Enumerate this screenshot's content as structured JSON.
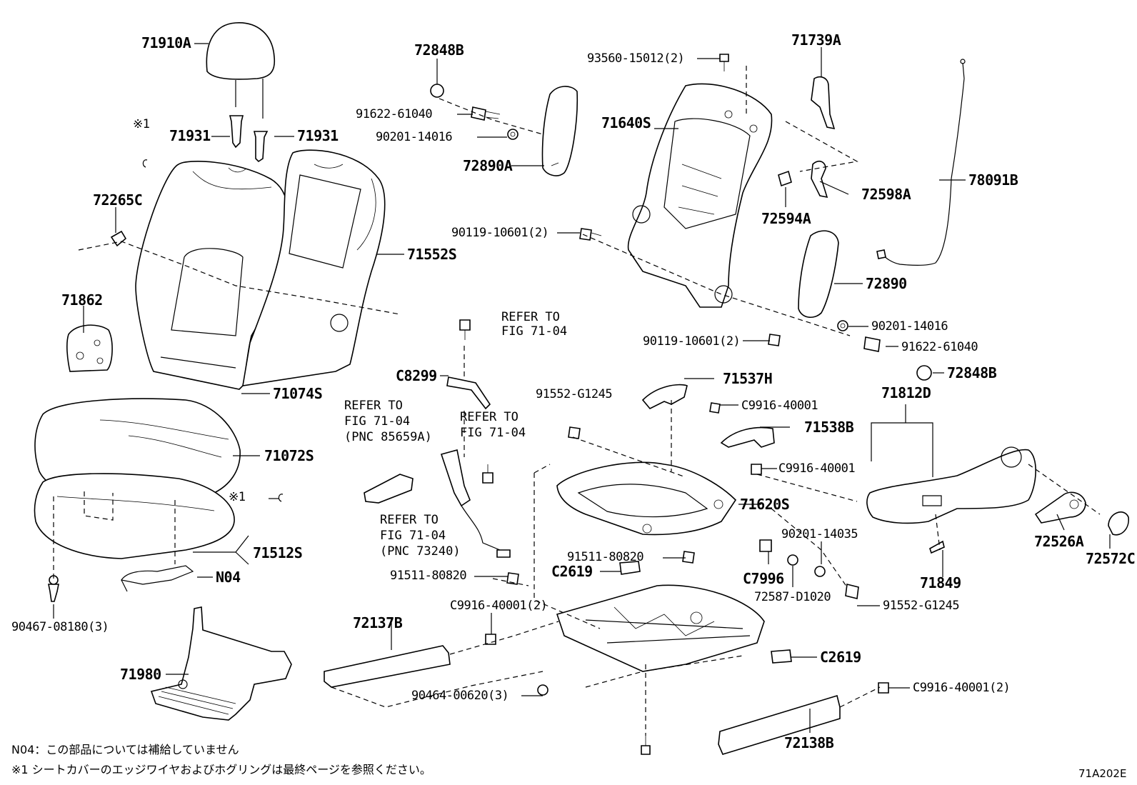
{
  "labels": {
    "l71910A": "71910A",
    "l71931a": "71931",
    "l71931b": "71931",
    "l72265C": "72265C",
    "l71862": "71862",
    "l71552S": "71552S",
    "l71074S": "71074S",
    "l71072S": "71072S",
    "l71512S": "71512S",
    "lN04": "N04",
    "l90467": "90467-08180(3)",
    "l71980": "71980",
    "l72848B_top": "72848B",
    "l91622_left": "91622-61040",
    "l90201_14016_left": "90201-14016",
    "l72890A": "72890A",
    "l93560": "93560-15012(2)",
    "l71739A": "71739A",
    "l71640S": "71640S",
    "l72598A": "72598A",
    "l72594A": "72594A",
    "l78091B": "78091B",
    "l90119_a": "90119-10601(2)",
    "l72890": "72890",
    "l90201_14016_right": "90201-14016",
    "l90119_b": "90119-10601(2)",
    "l91622_right": "91622-61040",
    "l72848B_right": "72848B",
    "lC8299": "C8299",
    "l71537H": "71537H",
    "l91552_top": "91552-G1245",
    "lC9916_a": "C9916-40001",
    "l71538B": "71538B",
    "l71812D": "71812D",
    "lC9916_b": "C9916-40001",
    "l71620S": "71620S",
    "l90201_14035": "90201-14035",
    "l72526A": "72526A",
    "l72572C": "72572C",
    "l91511_a": "91511-80820",
    "l91511_b": "91511-80820",
    "lC2619_a": "C2619",
    "lC7996": "C7996",
    "l72587": "72587-D1020",
    "l91552_bot": "91552-G1245",
    "l71849": "71849",
    "lC9916_c": "C9916-40001(2)",
    "l72137B": "72137B",
    "l90464": "90464-00620(3)",
    "lC2619_b": "C2619",
    "lC9916_d": "C9916-40001(2)",
    "l72138B": "72138B"
  },
  "symbols": {
    "star1_top": "※1",
    "star1_mid": "※1",
    "c_glyph": "C"
  },
  "refs": {
    "ref1_line1": "REFER TO",
    "ref1_line2": "FIG 71-04",
    "ref2_line1": "REFER TO",
    "ref2_line2": "FIG 71-04",
    "ref2_line3": "(PNC 85659A)",
    "ref3_line1": "REFER TO",
    "ref3_line2": "FIG 71-04",
    "ref4_line1": "REFER TO",
    "ref4_line2": "FIG 71-04",
    "ref4_line3": "(PNC 73240)"
  },
  "notes": {
    "n04_note": "N04：この部品については補給していません",
    "star_note": "※1 シートカバーのエッジワイヤおよびホグリングは最終ページを参照ください。"
  },
  "figure_code": "71A202E"
}
